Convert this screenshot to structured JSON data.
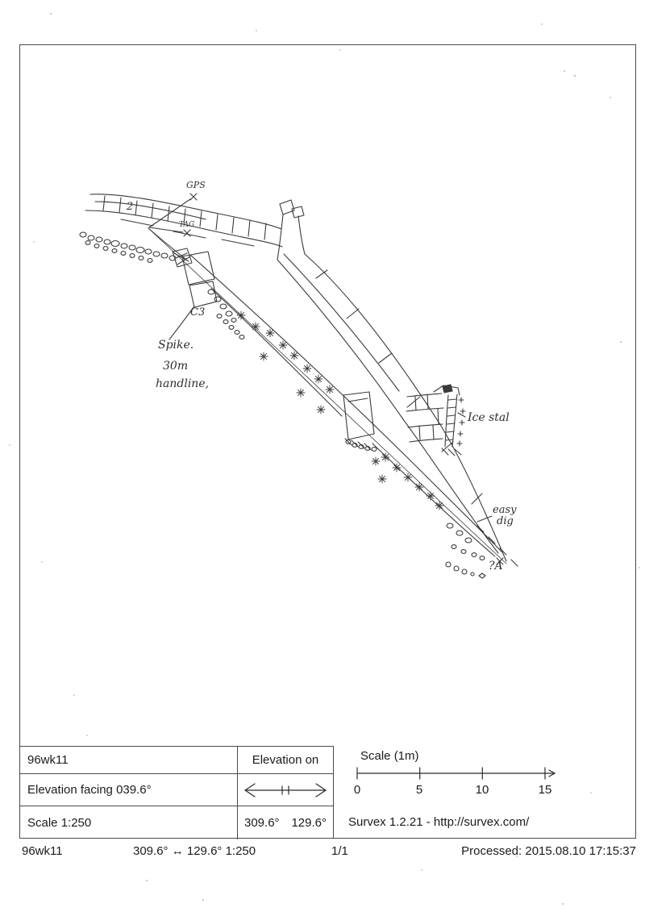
{
  "scan": {
    "bg": "#ffffff",
    "ink": "#3a3a3a"
  },
  "sketch": {
    "labels": [
      {
        "name": "gps",
        "text": "GPS"
      },
      {
        "name": "station-2",
        "text": "2"
      },
      {
        "name": "tag",
        "text": "TAG"
      },
      {
        "name": "c3",
        "text": "C3"
      },
      {
        "name": "spike",
        "text": "Spike."
      },
      {
        "name": "handline-line1",
        "text": "30m"
      },
      {
        "name": "handline-line2",
        "text": "handline,"
      },
      {
        "name": "ice-stal",
        "text": "Ice stal"
      },
      {
        "name": "easy-dig-line1",
        "text": "easy"
      },
      {
        "name": "easy-dig-line2",
        "text": "dig"
      },
      {
        "name": "station-a",
        "text": "?A"
      }
    ]
  },
  "title_block": {
    "survey_name": "96wk11",
    "facing_label": "Elevation facing 039.6°",
    "scale_label": "Scale 1:250",
    "elevation_on_label": "Elevation on",
    "bearing_left": "309.6°",
    "bearing_right": "129.6°",
    "scale_bar_title": "Scale (1m)",
    "scale_ticks": [
      "0",
      "5",
      "10",
      "15"
    ],
    "generator": "Survex 1.2.21 - http://survex.com/"
  },
  "footer": {
    "survey_name": "96wk11",
    "view_spec": "309.6° ↔ 129.6° 1:250",
    "page_number": "1/1",
    "processed": "Processed: 2015.08.10 17:15:37"
  }
}
